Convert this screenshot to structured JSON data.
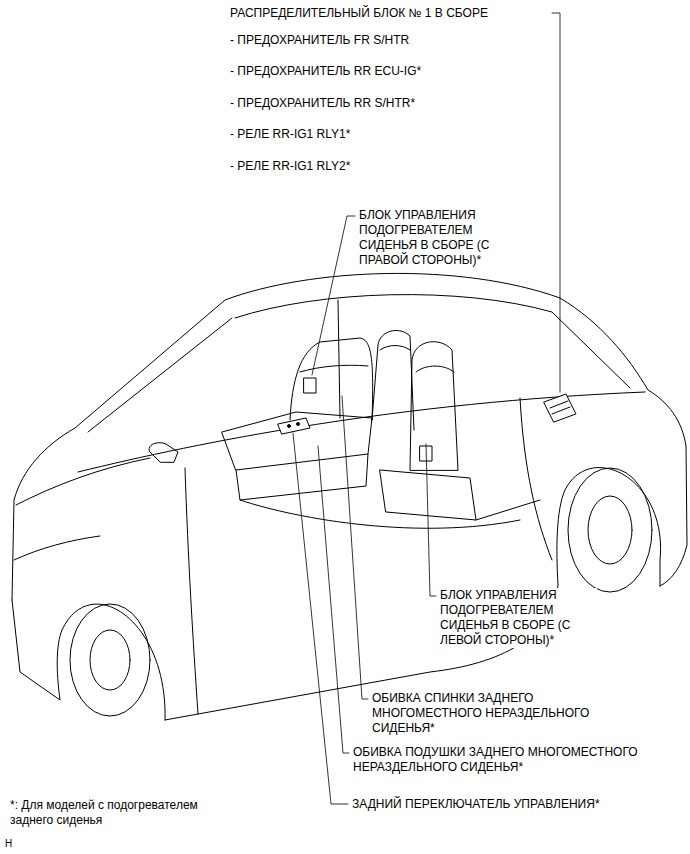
{
  "diagram": {
    "labels": [
      "РАСПРЕДЕЛИТЕЛЬНЫЙ БЛОК № 1 В СБОРЕ",
      "- ПРЕДОХРАНИТЕЛЬ FR S/HTR",
      "- ПРЕДОХРАНИТЕЛЬ RR ECU-IG*",
      "- ПРЕДОХРАНИТЕЛЬ RR S/HTR*",
      "- РЕЛЕ RR-IG1 RLY1*",
      "- РЕЛЕ RR-IG1 RLY2*",
      "БЛОК УПРАВЛЕНИЯ ПОДОГРЕВАТЕЛЕМ СИДЕНЬЯ В СБОРЕ (С ПРАВОЙ СТОРОНЫ)*",
      "БЛОК УПРАВЛЕНИЯ ПОДОГРЕВАТЕЛЕМ СИДЕНЬЯ В СБОРЕ (С ЛЕВОЙ СТОРОНЫ)*",
      "ОБИВКА СПИНКИ ЗАДНЕГО МНОГОМЕСТНОГО НЕРАЗДЕЛЬНОГО СИДЕНЬЯ*",
      "ОБИВКА ПОДУШКИ ЗАДНЕГО МНОГОМЕСТНОГО НЕРАЗДЕЛЬНОГО СИДЕНЬЯ*",
      "*: Для моделей с подогревателем заднего сиденья",
      "ЗАДНИЙ ПЕРЕКЛЮЧАТЕЛЬ УПРАВЛЕНИЯ*",
      "H"
    ]
  }
}
